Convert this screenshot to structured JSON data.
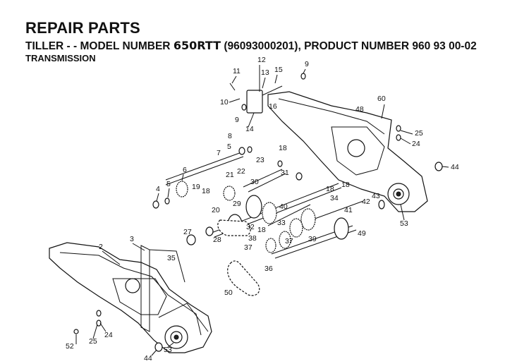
{
  "header": {
    "title": "REPAIR PARTS",
    "subtitle_prefix": "TILLER - - MODEL NUMBER ",
    "model": "650RTT",
    "subtitle_suffix": " (96093000201), PRODUCT NUMBER 960 93 00-02",
    "section": "TRANSMISSION"
  },
  "callouts": [
    "12",
    "11",
    "13",
    "15",
    "9",
    "10",
    "16",
    "14",
    "9",
    "60",
    "48",
    "25",
    "24",
    "8",
    "5",
    "7",
    "18",
    "23",
    "6",
    "21",
    "22",
    "31",
    "44",
    "4",
    "5",
    "19",
    "18",
    "30",
    "18",
    "34",
    "18",
    "42",
    "43",
    "20",
    "29",
    "40",
    "41",
    "53",
    "27",
    "3",
    "32",
    "18",
    "33",
    "2",
    "28",
    "38",
    "37",
    "39",
    "49",
    "37",
    "35",
    "36",
    "50",
    "25",
    "24",
    "52",
    "53",
    "44"
  ]
}
